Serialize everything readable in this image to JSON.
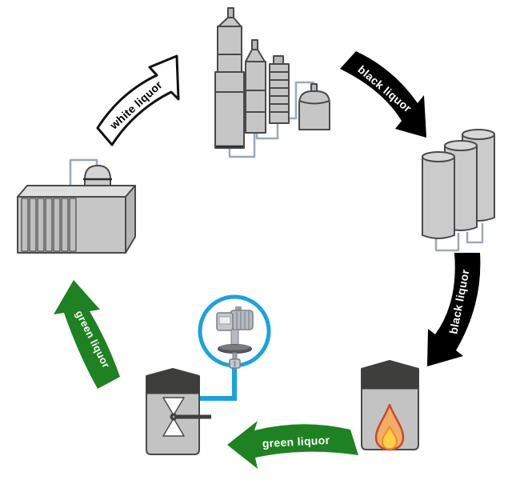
{
  "diagram": {
    "flows": {
      "white_liquor": {
        "label": "white liquor",
        "color": "#ffffff",
        "text_color": "#000000"
      },
      "black_liquor_top": {
        "label": "black liquor",
        "color": "#000000",
        "text_color": "#ffffff"
      },
      "black_liquor_right": {
        "label": "black liquor",
        "color": "#000000",
        "text_color": "#ffffff"
      },
      "green_liquor_bottom": {
        "label": "green liquor",
        "color": "#1e8222",
        "text_color": "#ffffff"
      },
      "green_liquor_left": {
        "label": "green liquor",
        "color": "#1e8222",
        "text_color": "#ffffff"
      }
    },
    "colors": {
      "accent_blue": "#18a3e1",
      "equipment_fill": "#c6c6c6",
      "equipment_stroke": "#4a4a4a",
      "dark_cap": "#3e3e3c",
      "pipe": "#9ba8b6",
      "flame_outer_fill": "#f2ae66",
      "flame_outer_stroke": "#cd4632",
      "flame_inner_fill": "#f8d04a",
      "flame_inner_stroke": "#ee8c2b"
    },
    "equipment_icons": [
      "digester-towers-icon",
      "evaporator-cylinders-icon",
      "recovery-boiler-icon",
      "flame-icon",
      "dissolving-tank-icon",
      "agitator-icon",
      "instrument-callout-icon",
      "density-instrument-icon",
      "causticizing-building-icon",
      "dome-tank-icon"
    ]
  }
}
